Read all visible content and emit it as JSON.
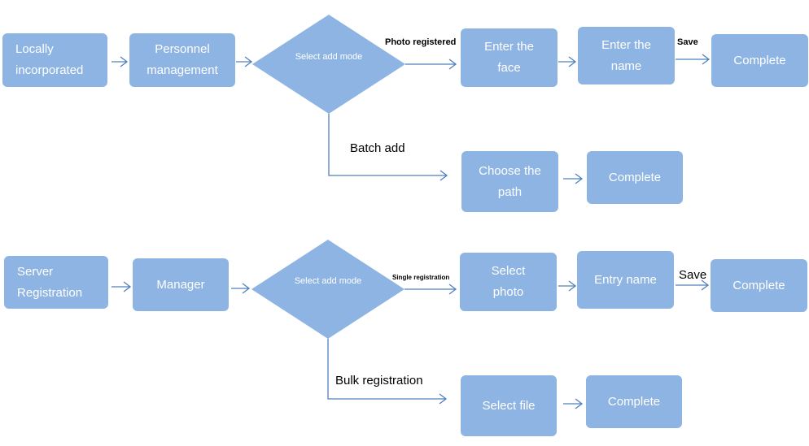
{
  "colors": {
    "node_fill": "#8eb4e3",
    "connector": "#4f81bd",
    "node_text": "#ffffff",
    "label_text": "#000000"
  },
  "flow1": {
    "start": {
      "line1": "Locally",
      "line2": "incorporated"
    },
    "personnel": {
      "line1": "Personnel",
      "line2": "management"
    },
    "decision": {
      "line1": "Select add",
      "line2": "mode"
    },
    "photo_label": "Photo registered",
    "face": {
      "line1": "Enter the",
      "line2": "face"
    },
    "name": {
      "line1": "Enter the",
      "line2": "name"
    },
    "save_label": "Save",
    "complete_top": "Complete",
    "batch_label": "Batch add",
    "path": {
      "line1": "Choose the",
      "line2": "path"
    },
    "complete_bottom": "Complete"
  },
  "flow2": {
    "start": {
      "line1": "Server",
      "line2": "Registration"
    },
    "manager": "Manager",
    "decision": {
      "line1": "Select add",
      "line2": "mode"
    },
    "single_label": "Single registration",
    "photo": {
      "line1": "Select",
      "line2": "photo"
    },
    "entry": "Entry name",
    "save_label": "Save",
    "complete_top": "Complete",
    "bulk_label": "Bulk registration",
    "file": "Select file",
    "complete_bottom": "Complete"
  }
}
